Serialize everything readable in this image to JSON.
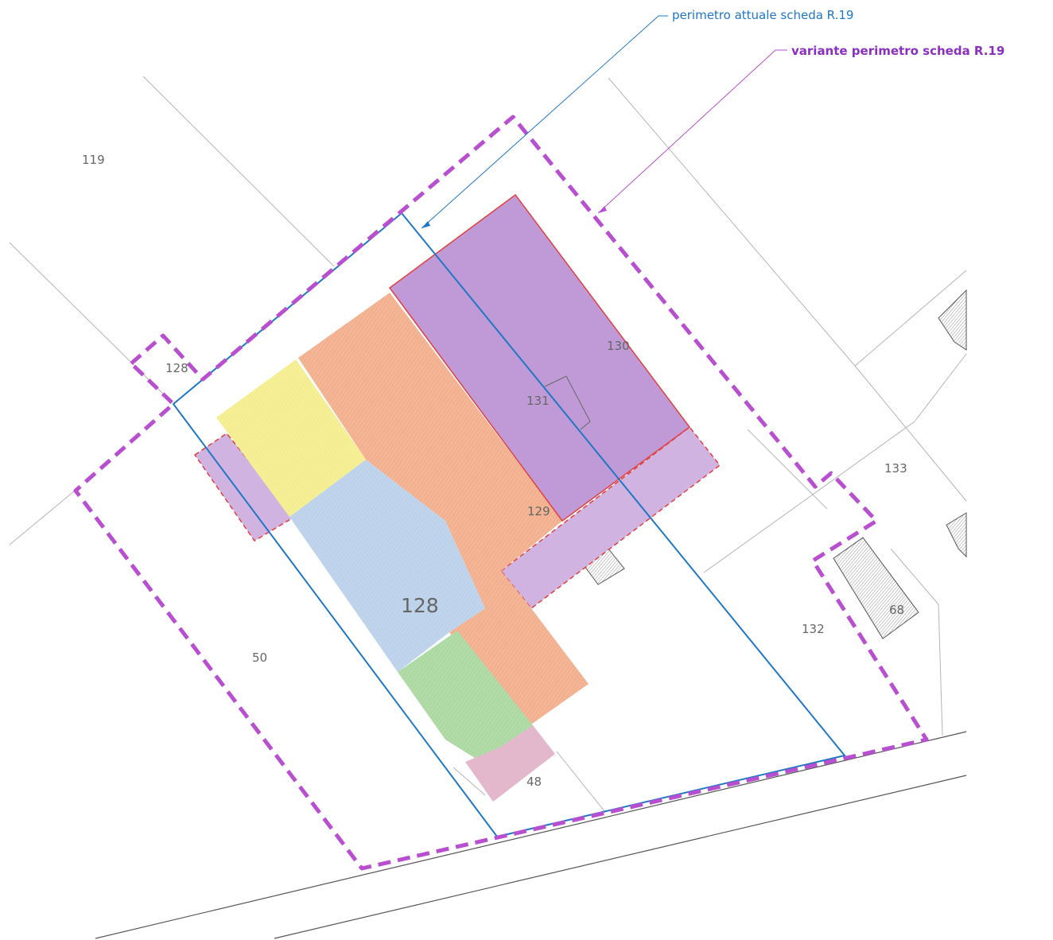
{
  "legend": {
    "current_perimeter": {
      "label": "perimetro attuale scheda R.19",
      "color": "#1f77c4"
    },
    "variant_perimeter": {
      "label": "variante perimetro scheda R.19",
      "color": "#b84fd0"
    }
  },
  "parcels": {
    "p119": "119",
    "p128_top": "128",
    "p130": "130",
    "p131": "131",
    "p129": "129",
    "p128_main": "128",
    "p50": "50",
    "p48": "48",
    "p133": "133",
    "p132": "132",
    "p68": "68"
  },
  "colors": {
    "building_purple": "#c09ad6",
    "building_light_purple": "#d0b3e0",
    "building_orange": "#f2b08f",
    "building_yellow": "#f4ee90",
    "building_blue": "#bcd1ea",
    "building_green": "#acd8a2",
    "building_pink": "#e3b7cc",
    "edge_red": "#e04040"
  }
}
